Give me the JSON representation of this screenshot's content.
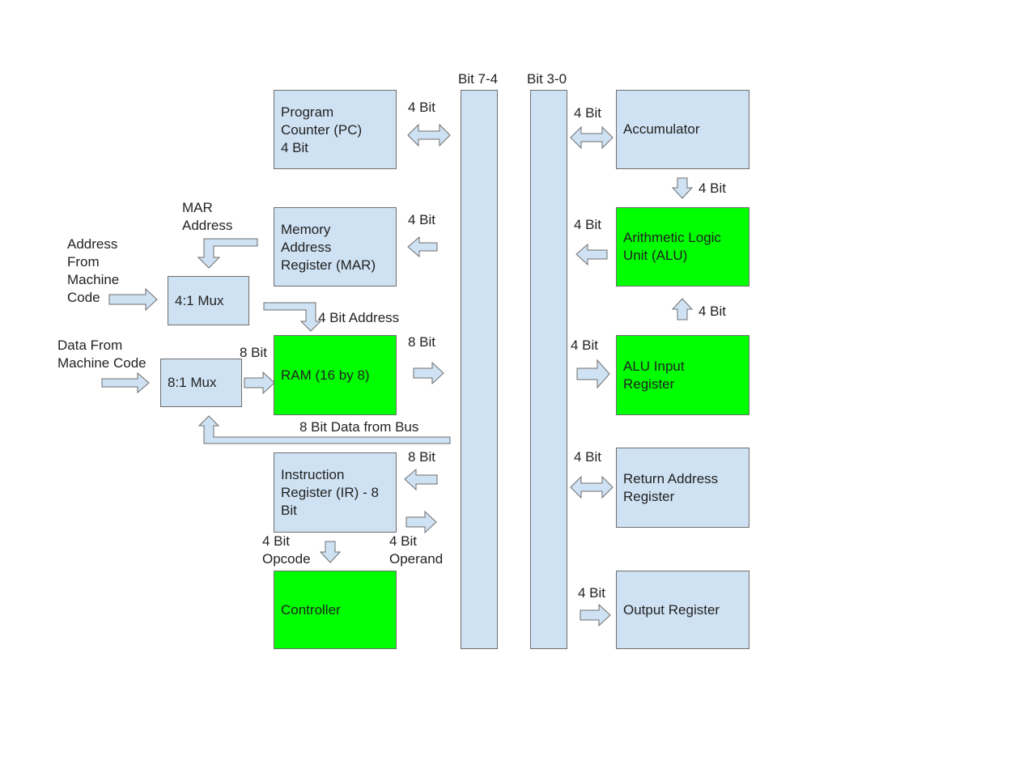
{
  "buses": {
    "high_label": "Bit 7-4",
    "low_label": "Bit 3-0"
  },
  "blocks": {
    "pc": "Program\nCounter (PC)\n4 Bit",
    "mar": "Memory\nAddress\nRegister (MAR)",
    "mux4": "4:1 Mux",
    "mux8": "8:1 Mux",
    "ram": "RAM (16 by 8)",
    "ir": "Instruction\nRegister (IR) - 8\nBit",
    "controller": "Controller",
    "accumulator": "Accumulator",
    "alu": "Arithmetic Logic\nUnit (ALU)",
    "alu_input": "ALU Input\nRegister",
    "return_address": "Return Address\nRegister",
    "output": "Output Register"
  },
  "labels": {
    "pc_bus": "4 Bit",
    "mar_bus": "4 Bit",
    "mar_address": "MAR\nAddress",
    "address_from_code": "Address\nFrom\nMachine\nCode",
    "mux4_out": "4 Bit Address",
    "data_from_code": "Data From\nMachine Code",
    "mux8_out": "8 Bit",
    "ram_bus": "8 Bit",
    "data_from_bus": "8 Bit Data from Bus",
    "ir_bus": "8 Bit",
    "opcode": "4 Bit\nOpcode",
    "operand": "4 Bit\nOperand",
    "acc_bus": "4 Bit",
    "acc_alu": "4 Bit",
    "alu_bus": "4 Bit",
    "aluin_alu": "4 Bit",
    "bus_aluin": "4 Bit",
    "ret_bus": "4 Bit",
    "bus_out": "4 Bit"
  },
  "colors": {
    "register_fill": "#cfe2f3",
    "active_fill": "#00ff00",
    "outline": "#6e6e6e"
  }
}
